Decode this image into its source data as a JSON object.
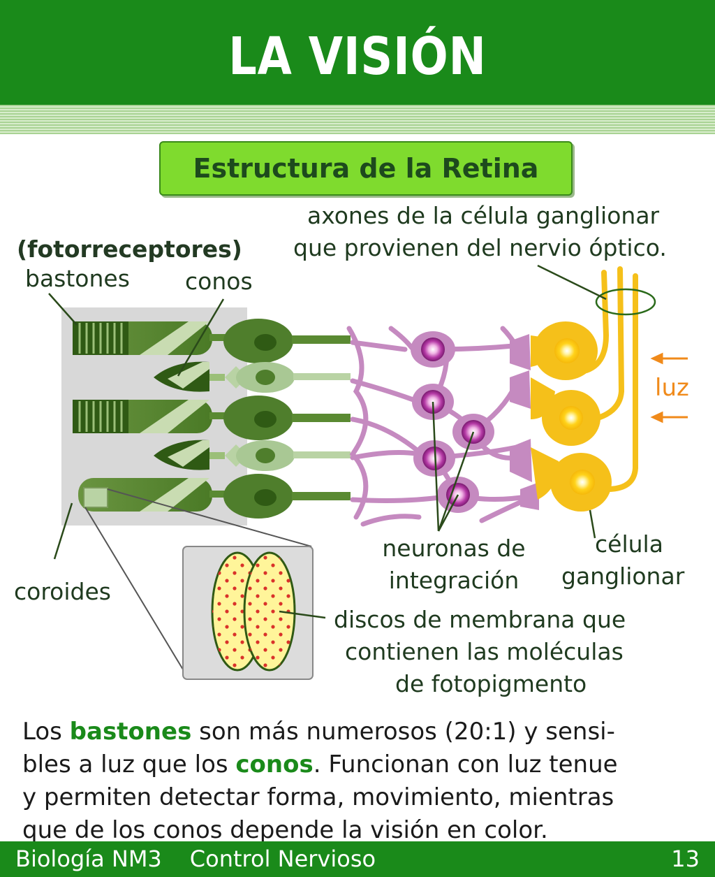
{
  "header": {
    "title": "LA VISIÓN",
    "bg_color": "#1a8a1a"
  },
  "diagram": {
    "subtitle": "Estructura de la Retina",
    "labels": {
      "axones_line1": "axones de la célula ganglionar",
      "axones_line2": "que provienen del nervio óptico.",
      "fotorreceptores": "(fotorreceptores)",
      "bastones": "bastones",
      "conos": "conos",
      "luz": "luz",
      "coroides": "coroides",
      "neuronas_line1": "neuronas de",
      "neuronas_line2": "integración",
      "celula_line1": "célula",
      "celula_line2": "ganglionar",
      "discos_line1": "discos de membrana que",
      "discos_line2": "contienen las moléculas",
      "discos_line3": "de fotopigmento"
    },
    "colors": {
      "photoreceptor": "#5a8a32",
      "photoreceptor_dark": "#2f5a14",
      "neuron": "#c58ac0",
      "ganglion": "#f5c01a",
      "light_arrow": "#f08a1a"
    }
  },
  "paragraph": {
    "w1": "Los ",
    "bastones": "bastones",
    "w2": " son más numerosos (20:1) y sensi-",
    "w3": "bles a luz que los ",
    "conos": "conos",
    "w4": ". Funcionan con luz tenue",
    "line3": "y permiten detectar forma, movimiento, mientras",
    "line4": "que de los conos depende la visión en color."
  },
  "footer": {
    "course": "Biología NM3",
    "unit": "Control Nervioso",
    "page": "13"
  }
}
